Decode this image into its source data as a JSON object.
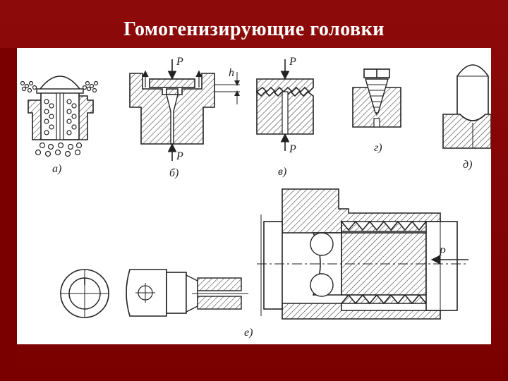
{
  "slide": {
    "title": "Гомогенизирующие головки",
    "background_color": "#8b0000",
    "title_color": "#ffffff"
  },
  "diagram": {
    "labels": {
      "a": "а)",
      "b": "б)",
      "v": "в)",
      "g": "г)",
      "d": "д)",
      "e": "е)"
    },
    "force_symbol": "P",
    "gap_symbol": "h"
  }
}
